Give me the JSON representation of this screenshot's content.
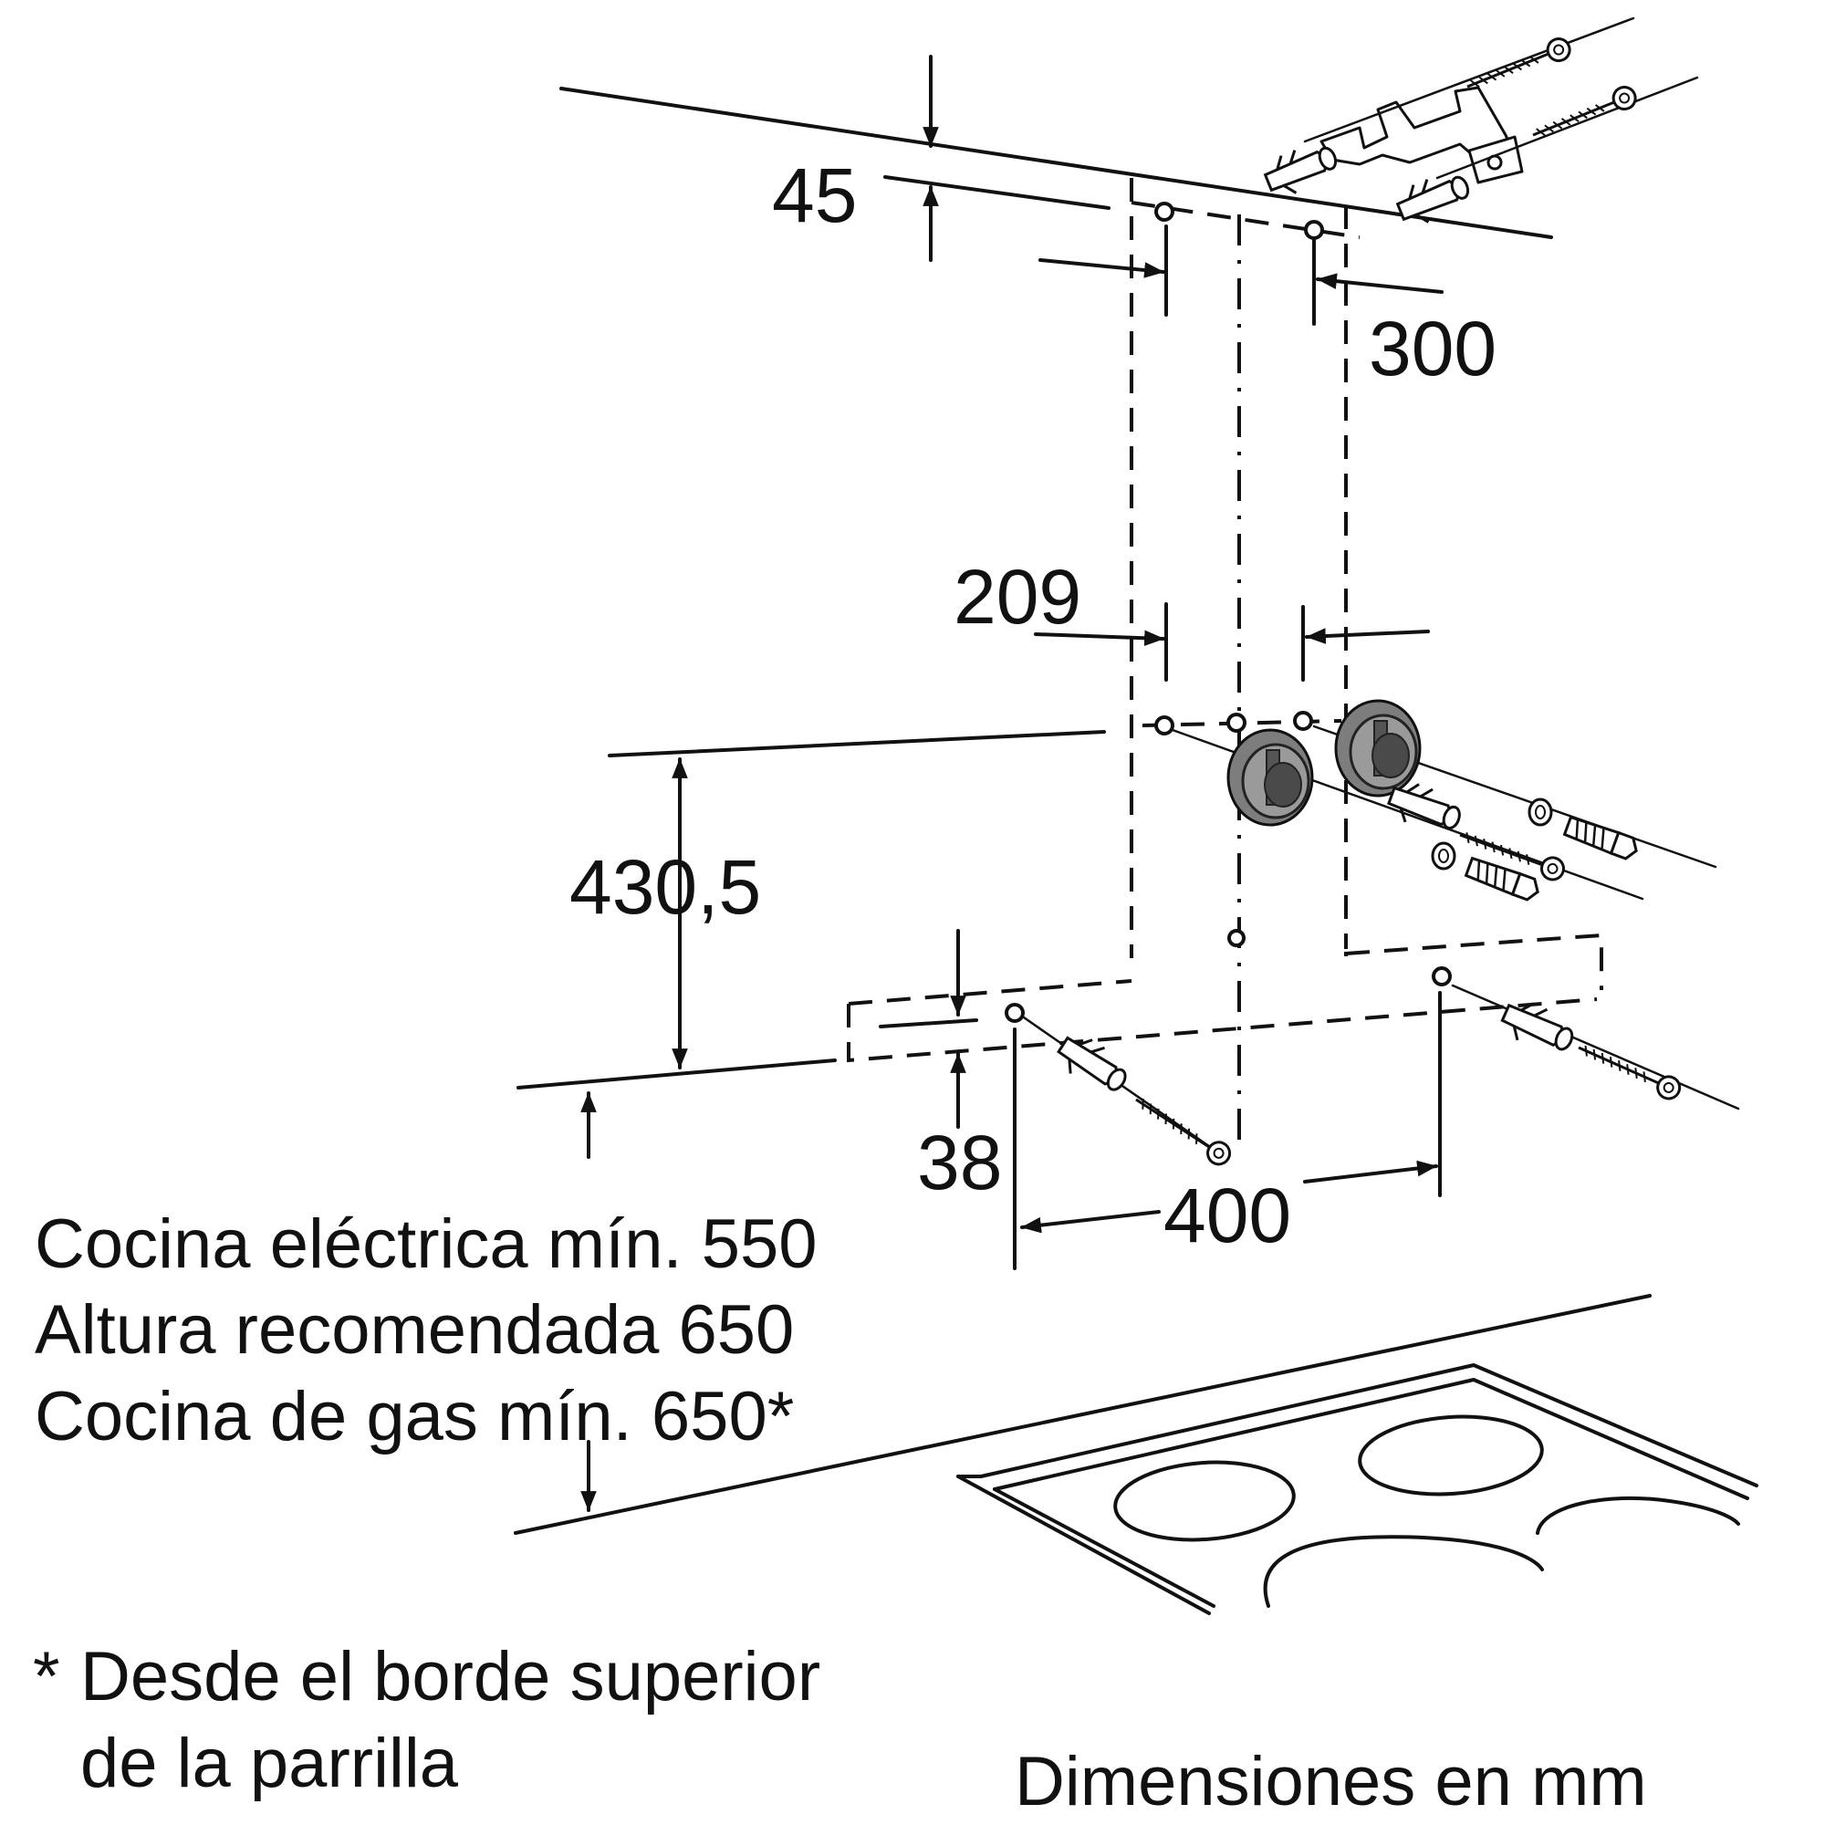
{
  "dimensions": {
    "d45": "45",
    "d300": "300",
    "d209": "209",
    "d430_5": "430,5",
    "d38": "38",
    "d400": "400"
  },
  "height_notes": {
    "electric": "Cocina eléctrica mín. 550",
    "recommended": "Altura recomendada 650",
    "gas": "Cocina de gas mín. 650*"
  },
  "footnote": {
    "marker": "*",
    "line1": "Desde el borde superior",
    "line2": "de la parrilla"
  },
  "units_caption": "Dimensiones en mm",
  "icons": [
    "screw-icon",
    "wall-plug-icon",
    "washer-icon",
    "bracket-icon",
    "spacer-knob-icon",
    "hob-icon"
  ]
}
